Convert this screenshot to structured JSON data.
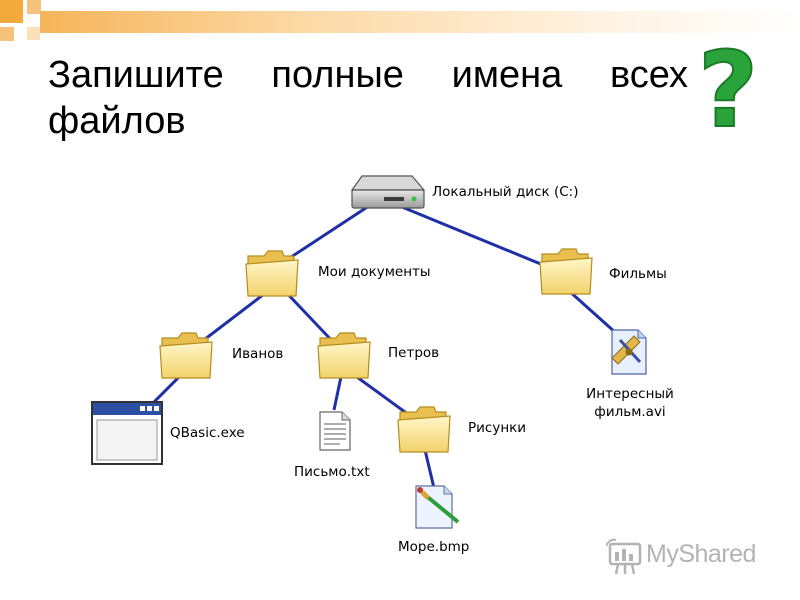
{
  "slide": {
    "title": "Запишите полные имена всех файлов",
    "question_mark": "?",
    "accent_color": "#f4a93c",
    "question_color": "#2aa33a",
    "line_color": "#1f2fa8"
  },
  "tree": {
    "disk": "Локальный диск (C:)",
    "my_documents": "Мои документы",
    "films": "Фильмы",
    "ivanov": "Иванов",
    "petrov": "Петров",
    "pictures": "Рисунки",
    "qbasic": "QBasic.exe",
    "letter": "Письмо.txt",
    "sea": "Море.bmp",
    "movie_line1": "Интересный",
    "movie_line2": "фильм.avi"
  },
  "watermark": {
    "brand": "MyShared"
  }
}
